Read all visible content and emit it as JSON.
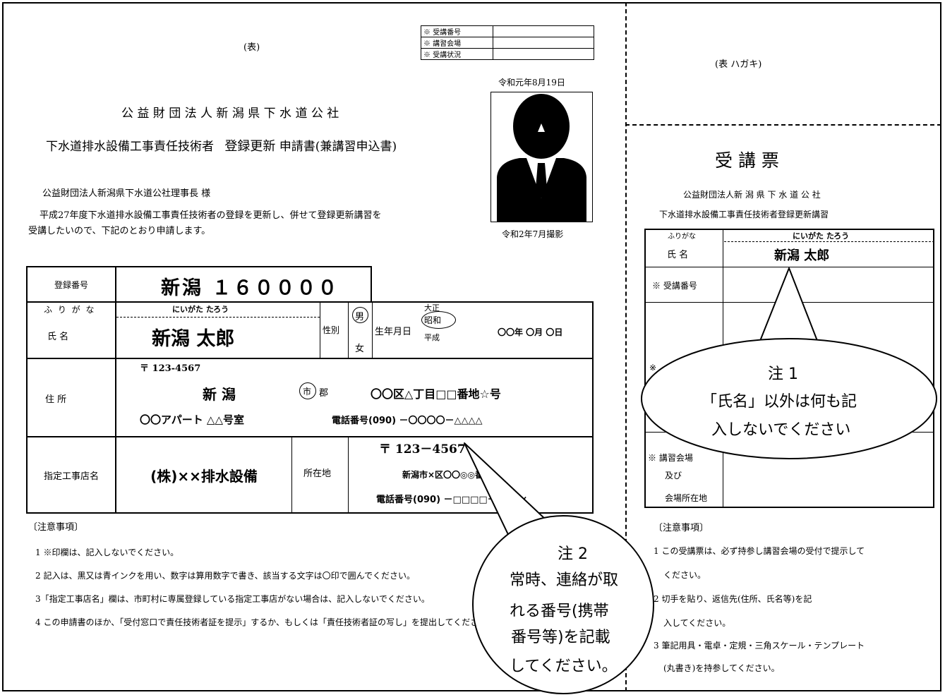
{
  "header": {
    "front_label": "(表)",
    "card_front_label": "(表 ハガキ)",
    "status_rows": [
      {
        "label": "※ 受講番号"
      },
      {
        "label": "※ 講習会場"
      },
      {
        "label": "※ 受講状況"
      }
    ],
    "date": "令和元年8月19日",
    "org": "公 益 財 団 法 人 新 潟 県 下 水 道 公 社",
    "form_title_a": "下水道排水設備工事責任技術者",
    "form_title_b": "登録更新",
    "form_title_c": "申請書(兼講習申込書)",
    "addressee": "公益財団法人新潟県下水道公社理事長 様",
    "intro_1": "平成27年度下水道排水設備工事責任技術者の登録を更新し、併せて登録更新講習を",
    "intro_2": "受講したいので、下記のとおり申請します。",
    "photo_caption": "令和2年7月撮影"
  },
  "form": {
    "reg_label": "登録番号",
    "reg_value": "新潟 １６００００",
    "furigana_label": "ふ り が な",
    "name_label": "氏  名",
    "furigana_value": "にいがた たろう",
    "name_value": "新潟 太郎",
    "sex_label": "性別",
    "sex_m": "男",
    "sex_f": "女",
    "birth_label": "生年月日",
    "era_1": "大正",
    "era_2": "昭和",
    "era_3": "平成",
    "birth_value": "〇〇年 〇月 〇日",
    "address_label": "住  所",
    "postal": "〒 123-4567",
    "city": "新 潟",
    "city_type": "市",
    "district": "郡",
    "street": "〇〇区△丁目□□番地☆号",
    "building": "〇〇アパート △△号室",
    "phone": "電話番号(090) －〇〇〇〇－△△△△",
    "shop_label": "指定工事店名",
    "shop_name": "(株)××排水設備",
    "location_label": "所在地",
    "shop_postal": "〒 123－4567",
    "shop_address": "新潟市×区〇〇◎◎番地",
    "shop_phone": "電話番号(090) －□□□□－××××"
  },
  "notes": {
    "heading": "〔注意事項〕",
    "items": [
      "1 ※印欄は、記入しないでください。",
      "2 記入は、黒又は青インクを用い、数字は算用数字で書き、該当する文字は〇印で囲んでください。",
      "3「指定工事店名」欄は、市町村に専属登録している指定工事店がない場合は、記入しないでください。",
      "4 この申請書のほか、「受付窓口で責任技術者証を提示」するか、もしくは「責任技術者証の写し」を提出してください。"
    ]
  },
  "card": {
    "title": "受  講  票",
    "org": "公益財団法人新 潟 県 下 水 道 公 社",
    "course": "下水道排水設備工事責任技術者登録更新講習",
    "furigana_label": "ふりがな",
    "name_label": "氏  名",
    "furigana_value": "にいがた たろう",
    "name_value": "新潟 太郎",
    "number_label": "※ 受講番号",
    "mid_label": "※",
    "venue_label_1": "※ 講習会場",
    "venue_label_2": "及び",
    "venue_label_3": "会場所在地",
    "notes_heading": "〔注意事項〕",
    "notes": [
      "1 この受講票は、必ず持参し講習会場の受付で提示して",
      "ください。",
      "2 切手を貼り、返信先(住所、氏名等)を記",
      "入してください。",
      "3 筆記用具・電卓・定規・三角スケール・テンプレート",
      "(丸書き)を持参してください。"
    ]
  },
  "callouts": {
    "note1_title": "注 1",
    "note1_line1": "「氏名」以外は何も記",
    "note1_line2": "入しないでください",
    "note2_title": "注 2",
    "note2_line1": "常時、連絡が取",
    "note2_line2": "れる番号(携帯",
    "note2_line3": "番号等)を記載",
    "note2_line4": "してください。"
  }
}
